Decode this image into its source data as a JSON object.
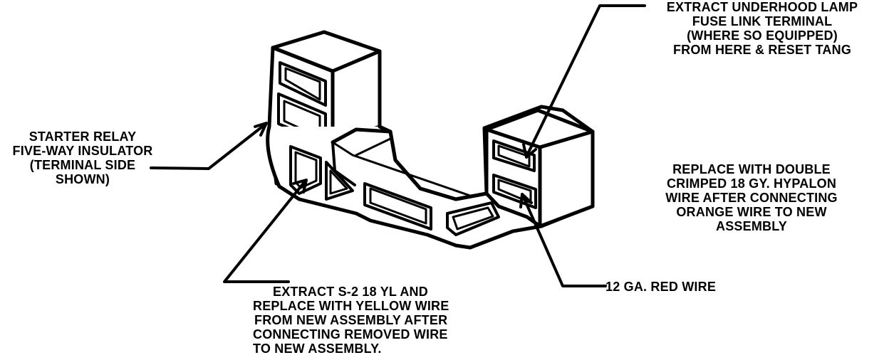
{
  "colors": {
    "ink": "#000000",
    "background": "#ffffff"
  },
  "callouts": {
    "starter_relay": {
      "lines": [
        "STARTER RELAY",
        "FIVE-WAY INSULATOR",
        "(TERMINAL SIDE",
        "SHOWN)"
      ]
    },
    "extract_lamp": {
      "lines": [
        "EXTRACT UNDERHOOD LAMP",
        "FUSE LINK TERMINAL",
        "(WHERE SO EQUIPPED)",
        "FROM HERE & RESET TANG"
      ]
    },
    "replace_double": {
      "lines": [
        "REPLACE WITH DOUBLE",
        "CRIMPED 18 GY. HYPALON",
        "WIRE AFTER CONNECTING",
        "ORANGE WIRE TO NEW",
        "ASSEMBLY"
      ]
    },
    "red_wire": {
      "lines": [
        "12 GA. RED WIRE"
      ]
    },
    "extract_s2": {
      "lines": [
        "EXTRACT S-2 18 YL  AND",
        "REPLACE WITH YELLOW WIRE",
        "FROM NEW ASSEMBLY AFTER",
        "CONNECTING REMOVED WIRE",
        "TO NEW ASSEMBLY."
      ]
    }
  }
}
